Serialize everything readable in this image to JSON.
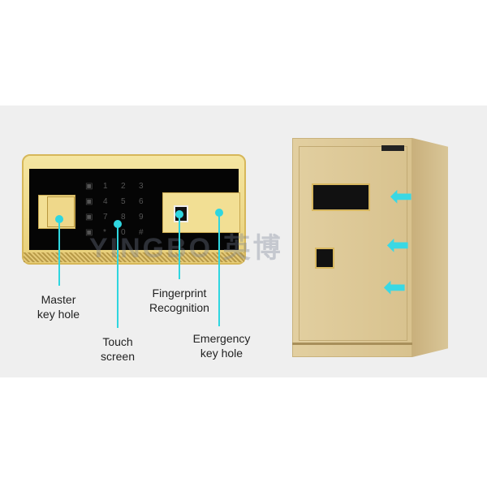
{
  "labels": {
    "master": [
      "Master",
      "key hole"
    ],
    "touch": [
      "Touch",
      "screen"
    ],
    "fingerprint": [
      "Fingerprint",
      "Recognition"
    ],
    "emergency": [
      "Emergency",
      "key hole"
    ]
  },
  "keypad": [
    "",
    "1",
    "2",
    "3",
    "",
    "4",
    "5",
    "6",
    "",
    "7",
    "8",
    "9",
    "",
    "*",
    "0",
    "#"
  ],
  "watermark": "YINGBO 英博 ®",
  "colors": {
    "accent": "#2fd6e0",
    "gold": "#e8cf78"
  }
}
